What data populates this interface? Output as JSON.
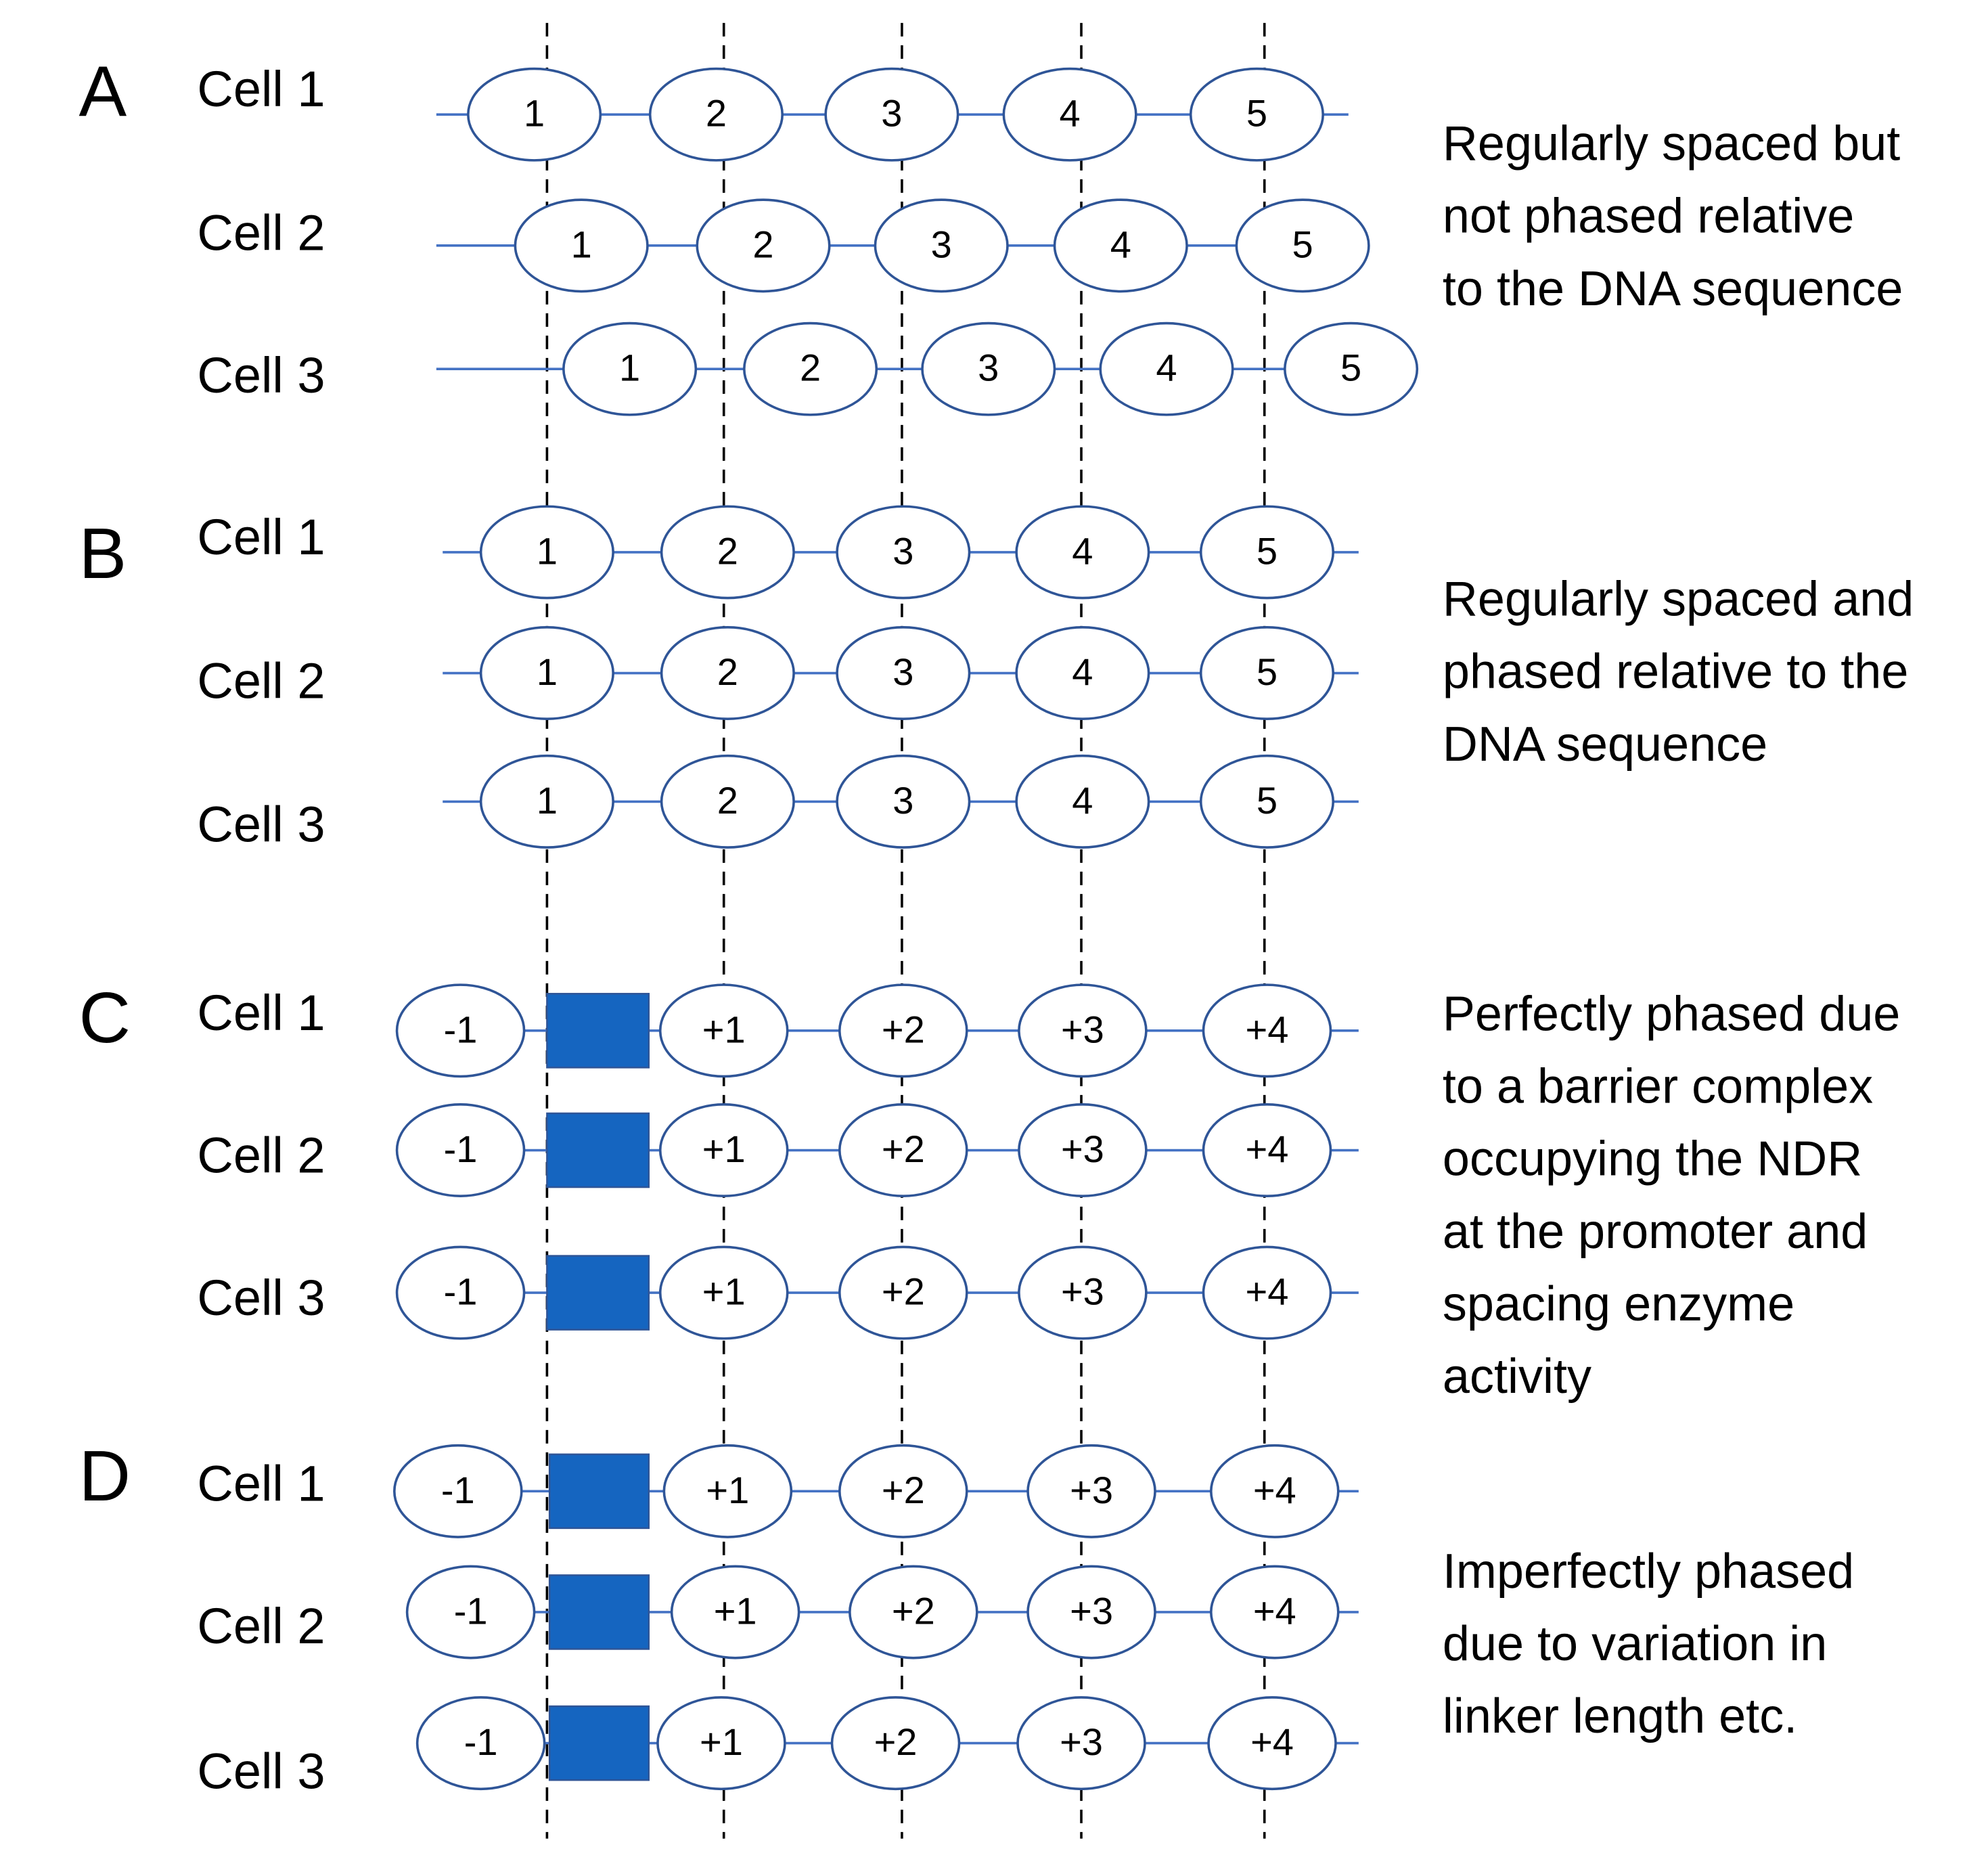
{
  "colors": {
    "dna_line": "#4472c4",
    "nucleosome_stroke": "#2f5597",
    "barrier_fill": "#1565c0",
    "guide_line": "#000000",
    "text": "#000000"
  },
  "panels": [
    {
      "id": "A",
      "letter": "A",
      "description": [
        "Regularly spaced but",
        "not phased relative",
        "to the DNA sequence"
      ],
      "cells": [
        {
          "label": "Cell 1",
          "nucleosomes": [
            "1",
            "2",
            "3",
            "4",
            "5"
          ]
        },
        {
          "label": "Cell 2",
          "nucleosomes": [
            "1",
            "2",
            "3",
            "4",
            "5"
          ]
        },
        {
          "label": "Cell 3",
          "nucleosomes": [
            "1",
            "2",
            "3",
            "4",
            "5"
          ]
        }
      ]
    },
    {
      "id": "B",
      "letter": "B",
      "description": [
        "Regularly spaced and",
        "phased relative to the",
        "DNA sequence"
      ],
      "cells": [
        {
          "label": "Cell 1",
          "nucleosomes": [
            "1",
            "2",
            "3",
            "4",
            "5"
          ]
        },
        {
          "label": "Cell 2",
          "nucleosomes": [
            "1",
            "2",
            "3",
            "4",
            "5"
          ]
        },
        {
          "label": "Cell 3",
          "nucleosomes": [
            "1",
            "2",
            "3",
            "4",
            "5"
          ]
        }
      ]
    },
    {
      "id": "C",
      "letter": "C",
      "description": [
        "Perfectly phased due",
        "to a barrier complex",
        "occupying the NDR",
        "at the promoter and",
        "spacing enzyme",
        "activity"
      ],
      "cells": [
        {
          "label": "Cell 1",
          "nucleosomes": [
            "-1",
            "+1",
            "+2",
            "+3",
            "+4"
          ]
        },
        {
          "label": "Cell 2",
          "nucleosomes": [
            "-1",
            "+1",
            "+2",
            "+3",
            "+4"
          ]
        },
        {
          "label": "Cell 3",
          "nucleosomes": [
            "-1",
            "+1",
            "+2",
            "+3",
            "+4"
          ]
        }
      ]
    },
    {
      "id": "D",
      "letter": "D",
      "description": [
        "Imperfectly phased",
        "due to variation in",
        "linker length etc."
      ],
      "cells": [
        {
          "label": "Cell 1",
          "nucleosomes": [
            "-1",
            "+1",
            "+2",
            "+3",
            "+4"
          ]
        },
        {
          "label": "Cell 2",
          "nucleosomes": [
            "-1",
            "+1",
            "+2",
            "+3",
            "+4"
          ]
        },
        {
          "label": "Cell 3",
          "nucleosomes": [
            "-1",
            "+1",
            "+2",
            "+3",
            "+4"
          ]
        }
      ]
    }
  ]
}
